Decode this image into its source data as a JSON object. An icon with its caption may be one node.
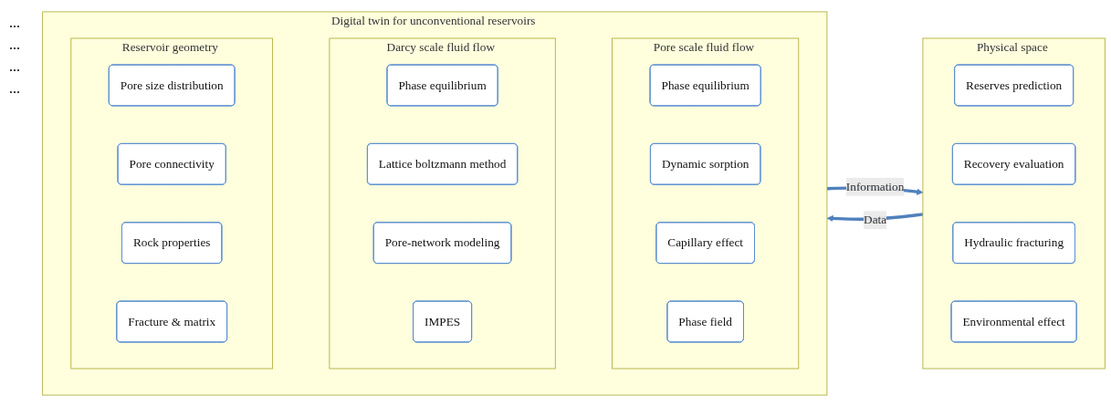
{
  "diagram": {
    "nodes": [
      {
        "text": [
          "Physical space"
        ]
      },
      {
        "text": [
          "Reserves prediction"
        ],
        "in": 0
      },
      {
        "text": [
          "Recovery evaluation"
        ],
        "in": 0
      },
      {
        "text": [
          "Hydraulic fracturing"
        ],
        "in": 0
      },
      {
        "text": [
          "Environmental effect"
        ],
        "in": 0
      },
      {
        "text": [
          "Digital twin for unconventional reservoirs"
        ]
      },
      {
        "text": [
          "Reservoir geometry"
        ],
        "in": 5
      },
      {
        "text": [
          "Pore size distribution"
        ],
        "in": 6
      },
      {
        "text": [
          "Pore connectivity"
        ],
        "in": 6
      },
      {
        "text": [
          "Rock properties"
        ],
        "in": 6
      },
      {
        "text": [
          "Fracture & matrix"
        ],
        "in": 6
      },
      {
        "text": [
          "Darcy scale fluid flow"
        ],
        "in": 5
      },
      {
        "text": [
          "Phase equilibrium"
        ],
        "in": 11
      },
      {
        "text": [
          "Lattice boltzmann method"
        ],
        "in": 11
      },
      {
        "text": [
          "Pore-network modeling"
        ],
        "in": 11
      },
      {
        "text": [
          "IMPES"
        ],
        "in": 11
      },
      {
        "text": [
          "Pore scale fluid flow"
        ],
        "in": 5
      },
      {
        "text": [
          "Phase equilibrium"
        ],
        "in": 16
      },
      {
        "text": [
          "Dynamic sorption"
        ],
        "in": 16
      },
      {
        "text": [
          "Capillary effect"
        ],
        "in": 16
      },
      {
        "text": [
          "Phase field"
        ],
        "in": 16
      }
    ],
    "edges": [
      {
        "from": 0,
        "to": 5,
        "arrow": "to",
        "label": "Data"
      },
      {
        "from": 5,
        "to": 0,
        "arrow": "to",
        "label": "Information"
      }
    ],
    "labels": [
      "...",
      "...",
      "...",
      "..."
    ]
  }
}
